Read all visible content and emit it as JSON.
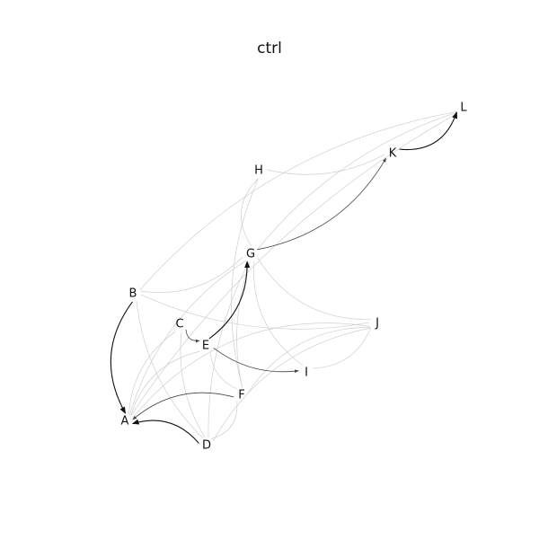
{
  "title": "ctrl",
  "graph": {
    "nodes": [
      {
        "id": "A",
        "label": "A"
      },
      {
        "id": "B",
        "label": "B"
      },
      {
        "id": "C",
        "label": "C"
      },
      {
        "id": "D",
        "label": "D"
      },
      {
        "id": "E",
        "label": "E"
      },
      {
        "id": "F",
        "label": "F"
      },
      {
        "id": "G",
        "label": "G"
      },
      {
        "id": "H",
        "label": "H"
      },
      {
        "id": "I",
        "label": "I"
      },
      {
        "id": "J",
        "label": "J"
      },
      {
        "id": "K",
        "label": "K"
      },
      {
        "id": "L",
        "label": "L"
      }
    ],
    "edges": [
      {
        "from": "B",
        "to": "A",
        "weight": "strong"
      },
      {
        "from": "D",
        "to": "A",
        "weight": "strong"
      },
      {
        "from": "F",
        "to": "A",
        "weight": "medium"
      },
      {
        "from": "E",
        "to": "G",
        "weight": "strong"
      },
      {
        "from": "G",
        "to": "K",
        "weight": "medium"
      },
      {
        "from": "K",
        "to": "L",
        "weight": "strong"
      },
      {
        "from": "C",
        "to": "E",
        "weight": "medium"
      },
      {
        "from": "E",
        "to": "I",
        "weight": "medium"
      },
      {
        "from": "E",
        "to": "F",
        "weight": "faint"
      },
      {
        "from": "E",
        "to": "A",
        "weight": "faint"
      },
      {
        "from": "G",
        "to": "A",
        "weight": "faint"
      },
      {
        "from": "L",
        "to": "A",
        "weight": "faint"
      },
      {
        "from": "L",
        "to": "B",
        "weight": "faint"
      },
      {
        "from": "L",
        "to": "G",
        "weight": "faint"
      },
      {
        "from": "H",
        "to": "K",
        "weight": "faint"
      },
      {
        "from": "H",
        "to": "F",
        "weight": "faint"
      },
      {
        "from": "J",
        "to": "A",
        "weight": "faint"
      },
      {
        "from": "J",
        "to": "D",
        "weight": "faint"
      },
      {
        "from": "J",
        "to": "F",
        "weight": "faint"
      },
      {
        "from": "I",
        "to": "J",
        "weight": "faint"
      },
      {
        "from": "G",
        "to": "F",
        "weight": "faint"
      },
      {
        "from": "G",
        "to": "D",
        "weight": "faint"
      },
      {
        "from": "G",
        "to": "I",
        "weight": "faint"
      },
      {
        "from": "G",
        "to": "J",
        "weight": "faint"
      },
      {
        "from": "B",
        "to": "G",
        "weight": "faint"
      },
      {
        "from": "B",
        "to": "J",
        "weight": "faint"
      },
      {
        "from": "B",
        "to": "D",
        "weight": "faint"
      },
      {
        "from": "C",
        "to": "D",
        "weight": "faint"
      },
      {
        "from": "C",
        "to": "A",
        "weight": "faint"
      },
      {
        "from": "D",
        "to": "F",
        "weight": "faint"
      },
      {
        "from": "H",
        "to": "G",
        "weight": "faint"
      }
    ]
  },
  "colors": {
    "strong": "#111111",
    "medium": "#444444",
    "faint": "#cfcfcf"
  }
}
